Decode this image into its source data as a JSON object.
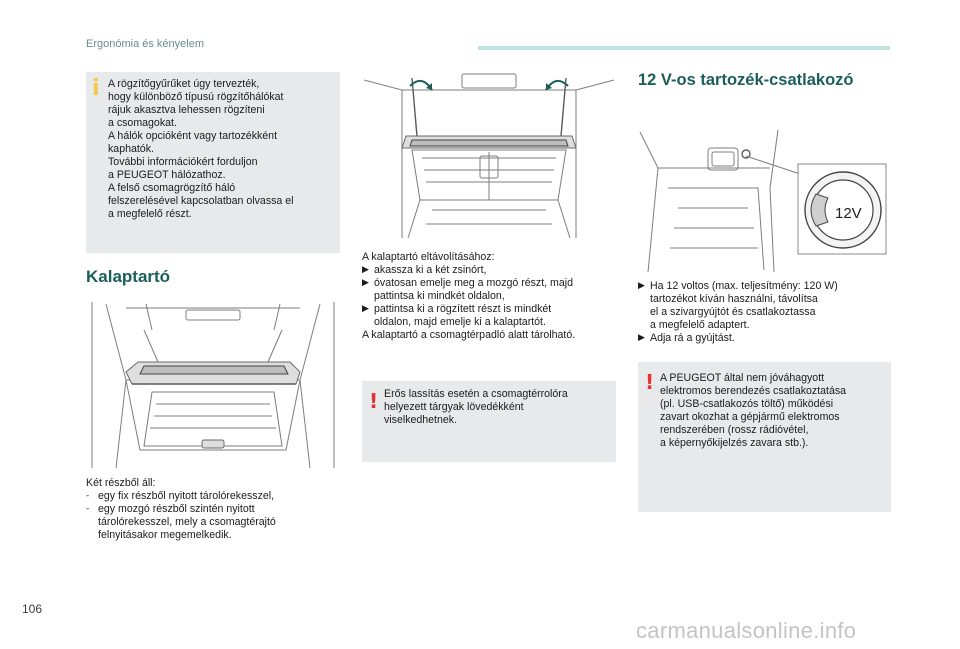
{
  "header": {
    "title": "Ergonómia és kényelem"
  },
  "page_number": "106",
  "watermark": "carmanualsonline.info",
  "info_box": {
    "icon": "info-icon",
    "lines": [
      "A rögzítőgyűrűket úgy tervezték,",
      "hogy különböző típusú rögzítőhálókat",
      "rájuk akasztva lehessen rögzíteni",
      "a csomagokat.",
      "A hálók opcióként vagy tartozékként",
      "kaphatók.",
      "További információkért forduljon",
      "a PEUGEOT hálózathoz.",
      "A felső csomagrögzítő háló",
      "felszerelésével kapcsolatban olvassa el",
      "a megfelelő részt."
    ]
  },
  "kalaptarto": {
    "title": "Kalaptartó",
    "intro": "Két részből áll:",
    "items": [
      {
        "bullet": "-",
        "lines": [
          "egy fix részből nyitott tárolórekesszel,"
        ]
      },
      {
        "bullet": "-",
        "lines": [
          "egy mozgó részből szintén nyitott",
          "tárolórekesszel, mely a csomagtérajtó",
          "felnyitásakor megemelkedik."
        ]
      }
    ]
  },
  "removal": {
    "intro": "A kalaptartó eltávolításához:",
    "items": [
      {
        "bullet": "",
        "lines": [
          "akassza ki a két zsinórt,"
        ]
      },
      {
        "bullet": "",
        "lines": [
          "óvatosan emelje meg a mozgó részt, majd",
          "pattintsa ki mindkét oldalon,"
        ]
      },
      {
        "bullet": "",
        "lines": [
          "pattintsa ki a rögzített részt is mindkét",
          "oldalon, majd emelje ki a kalaptartót."
        ]
      }
    ],
    "footer": "A kalaptartó a csomagtérpadló alatt tárolható."
  },
  "warning_box_1": {
    "icon": "warning-icon",
    "lines": [
      "Erős lassítás esetén a csomagtérrolóra",
      "helyezett tárgyak lövedékként",
      "viselkedhetnek."
    ]
  },
  "socket": {
    "title": "12 V-os tartozék-csatlakozó",
    "socket_label": "12V",
    "items": [
      {
        "bullet": "",
        "lines": [
          "Ha 12 voltos (max. teljesítmény: 120 W)",
          "tartozékot kíván használni, távolítsa",
          "el a szivargyújtót és csatlakoztassa",
          "a megfelelő adaptert."
        ]
      },
      {
        "bullet": "",
        "lines": [
          "Adja rá a gyújtást."
        ]
      }
    ]
  },
  "warning_box_2": {
    "icon": "warning-icon",
    "lines": [
      "A PEUGEOT által nem jóváhagyott",
      "elektromos berendezés csatlakoztatása",
      "(pl. USB-csatlakozós töltő) működési",
      "zavart okozhat a gépjármű elektromos",
      "rendszerében (rossz rádióvétel,",
      "a képernyőkijelzés zavara stb.)."
    ]
  },
  "colors": {
    "accent": "#1c5f5a",
    "header_bar": "#bfe3df",
    "box_bg": "#e7e9ea",
    "info": "#f2c94c",
    "warning": "#e63232"
  }
}
